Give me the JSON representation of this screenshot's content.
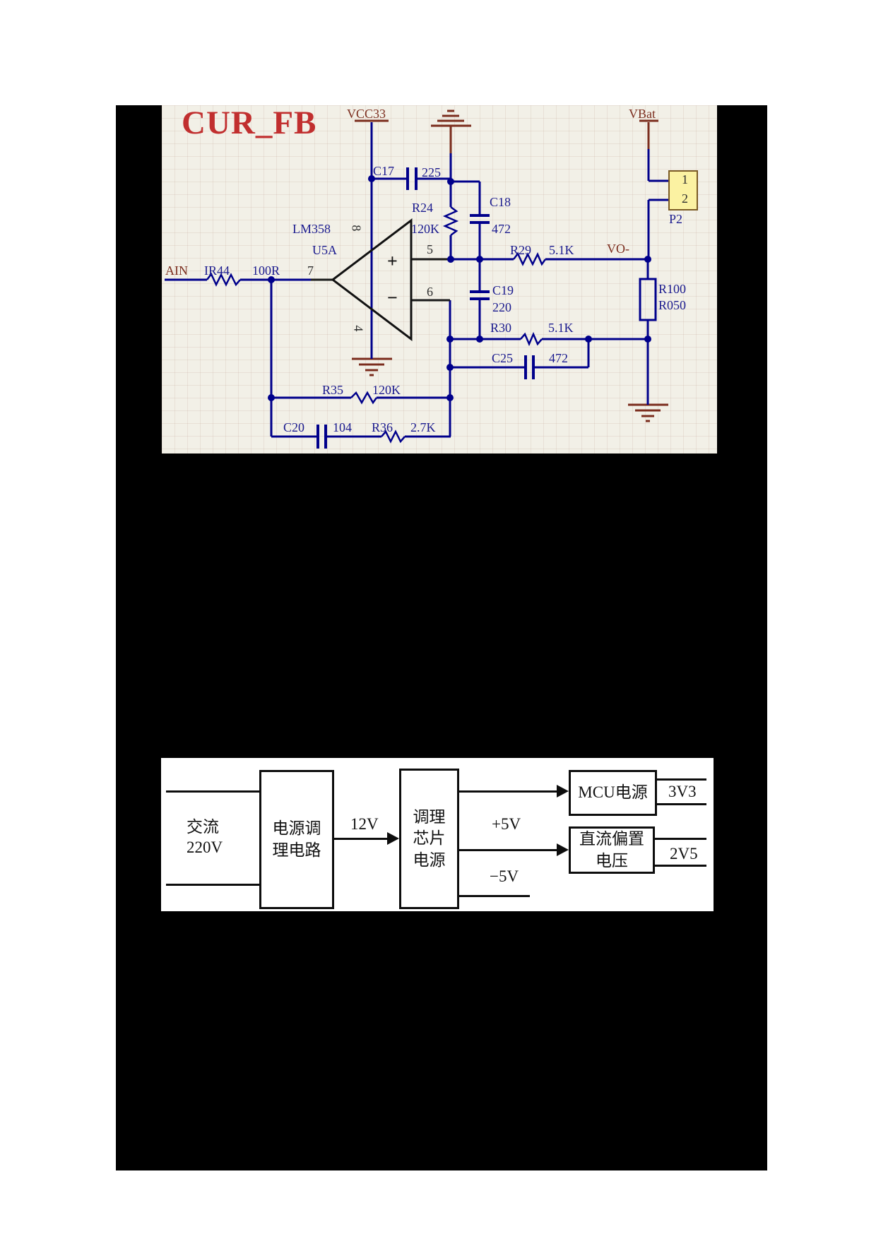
{
  "colors": {
    "page_background": "#ffffff",
    "panel_background": "#000000",
    "schematic_background": "#f2f0e7",
    "wire_blue": "#00008b",
    "label_blue": "#1a1a8e",
    "net_maroon": "#7b2d1e",
    "title_red": "#c12f2f",
    "connector_fill": "#fbf2a2",
    "diagram_ink": "#0d0d0d"
  },
  "sch": {
    "title": "CUR_FB",
    "vcc33": "VCC33",
    "vbat": "VBat",
    "vo": "VO-",
    "ain": "AIN",
    "opamp_part": "LM358",
    "opamp_ref": "U5A",
    "pin4": "4",
    "pin5": "5",
    "pin6": "6",
    "pin7": "7",
    "pin8": "8",
    "plus": "+",
    "minus": "−",
    "c17": "C17",
    "c17v": "225",
    "c18": "C18",
    "c18v": "472",
    "c19": "C19",
    "c19v": "220",
    "c20": "C20",
    "c20v": "104",
    "c25": "C25",
    "c25v": "472",
    "r24": "R24",
    "r24v": "120K",
    "r29": "R29",
    "r29v": "5.1K",
    "r30": "R30",
    "r30v": "5.1K",
    "r35": "R35",
    "r35v": "120K",
    "r36": "R36",
    "r36v": "2.7K",
    "r44": "IR44",
    "r44v": "100R",
    "r100": "R100",
    "r100v": "R050",
    "p2": "P2",
    "p2pin1": "1",
    "p2pin2": "2"
  },
  "diagram": {
    "in1": "交流",
    "in2": "220V",
    "box1l1": "电源调",
    "box1l2": "理电路",
    "box2l1": "调理",
    "box2l2": "芯片",
    "box2l3": "电源",
    "mcu": "MCU电源",
    "bias1": "直流偏置",
    "bias2": "电压",
    "v12": "12V",
    "p5": "+5V",
    "n5": "−5V",
    "v33": "3V3",
    "v25": "2V5"
  }
}
